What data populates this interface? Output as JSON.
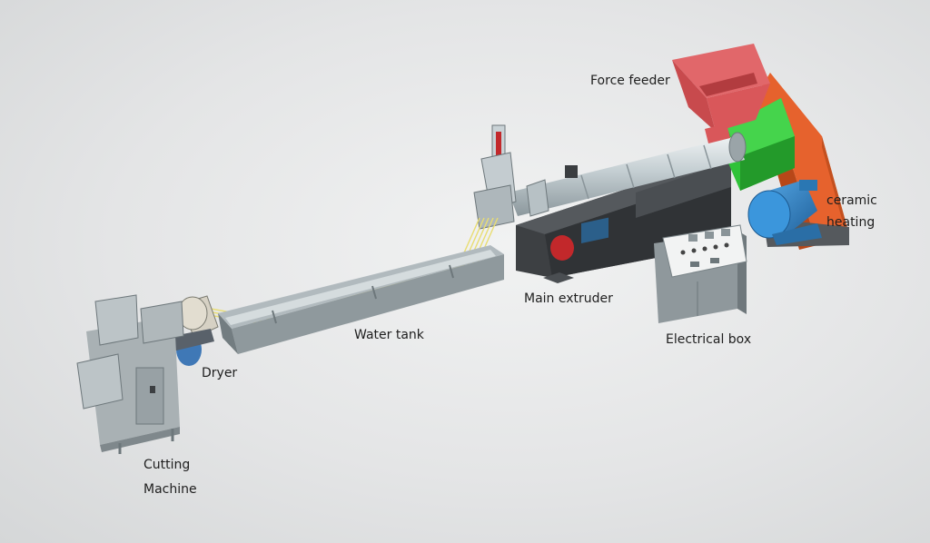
{
  "labels": {
    "force_feeder": "Force feeder",
    "ceramic_heating_line1": "ceramic",
    "ceramic_heating_line2": "heating",
    "main_extruder": "Main extruder",
    "electrical_box": "Electrical box",
    "water_tank": "Water tank",
    "dryer": "Dryer",
    "cutting_machine_line1": "Cutting",
    "cutting_machine_line2": "Machine"
  },
  "colors": {
    "machine_gray": "#a9b1b4",
    "machine_dark": "#3c3f42",
    "barrel": "#c9d2d6",
    "hopper": "#d9575a",
    "gearbox_green": "#33c43a",
    "frame_orange": "#e6622d",
    "motor_blue": "#2f86c9",
    "strands_yellow": "#e9dd72"
  }
}
